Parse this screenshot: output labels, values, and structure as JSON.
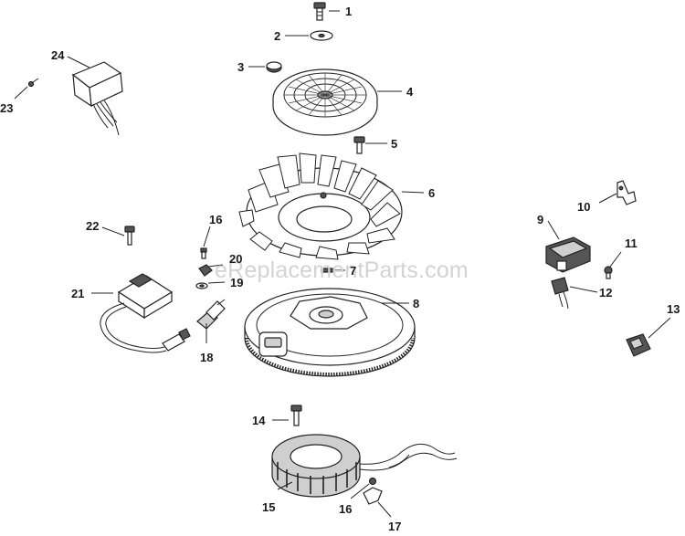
{
  "watermark": "eReplacementParts.com",
  "callouts": {
    "c1": "1",
    "c2": "2",
    "c3": "3",
    "c4": "4",
    "c5": "5",
    "c6": "6",
    "c7": "7",
    "c8": "8",
    "c9": "9",
    "c10": "10",
    "c11": "11",
    "c12": "12",
    "c13": "13",
    "c14": "14",
    "c15": "15",
    "c16a": "16",
    "c16b": "16",
    "c17": "17",
    "c18": "18",
    "c19": "19",
    "c20": "20",
    "c21": "21",
    "c22": "22",
    "c23": "23",
    "c24": "24"
  },
  "colors": {
    "line": "#222222",
    "watermark": "#d3d3d3",
    "background": "#ffffff"
  }
}
